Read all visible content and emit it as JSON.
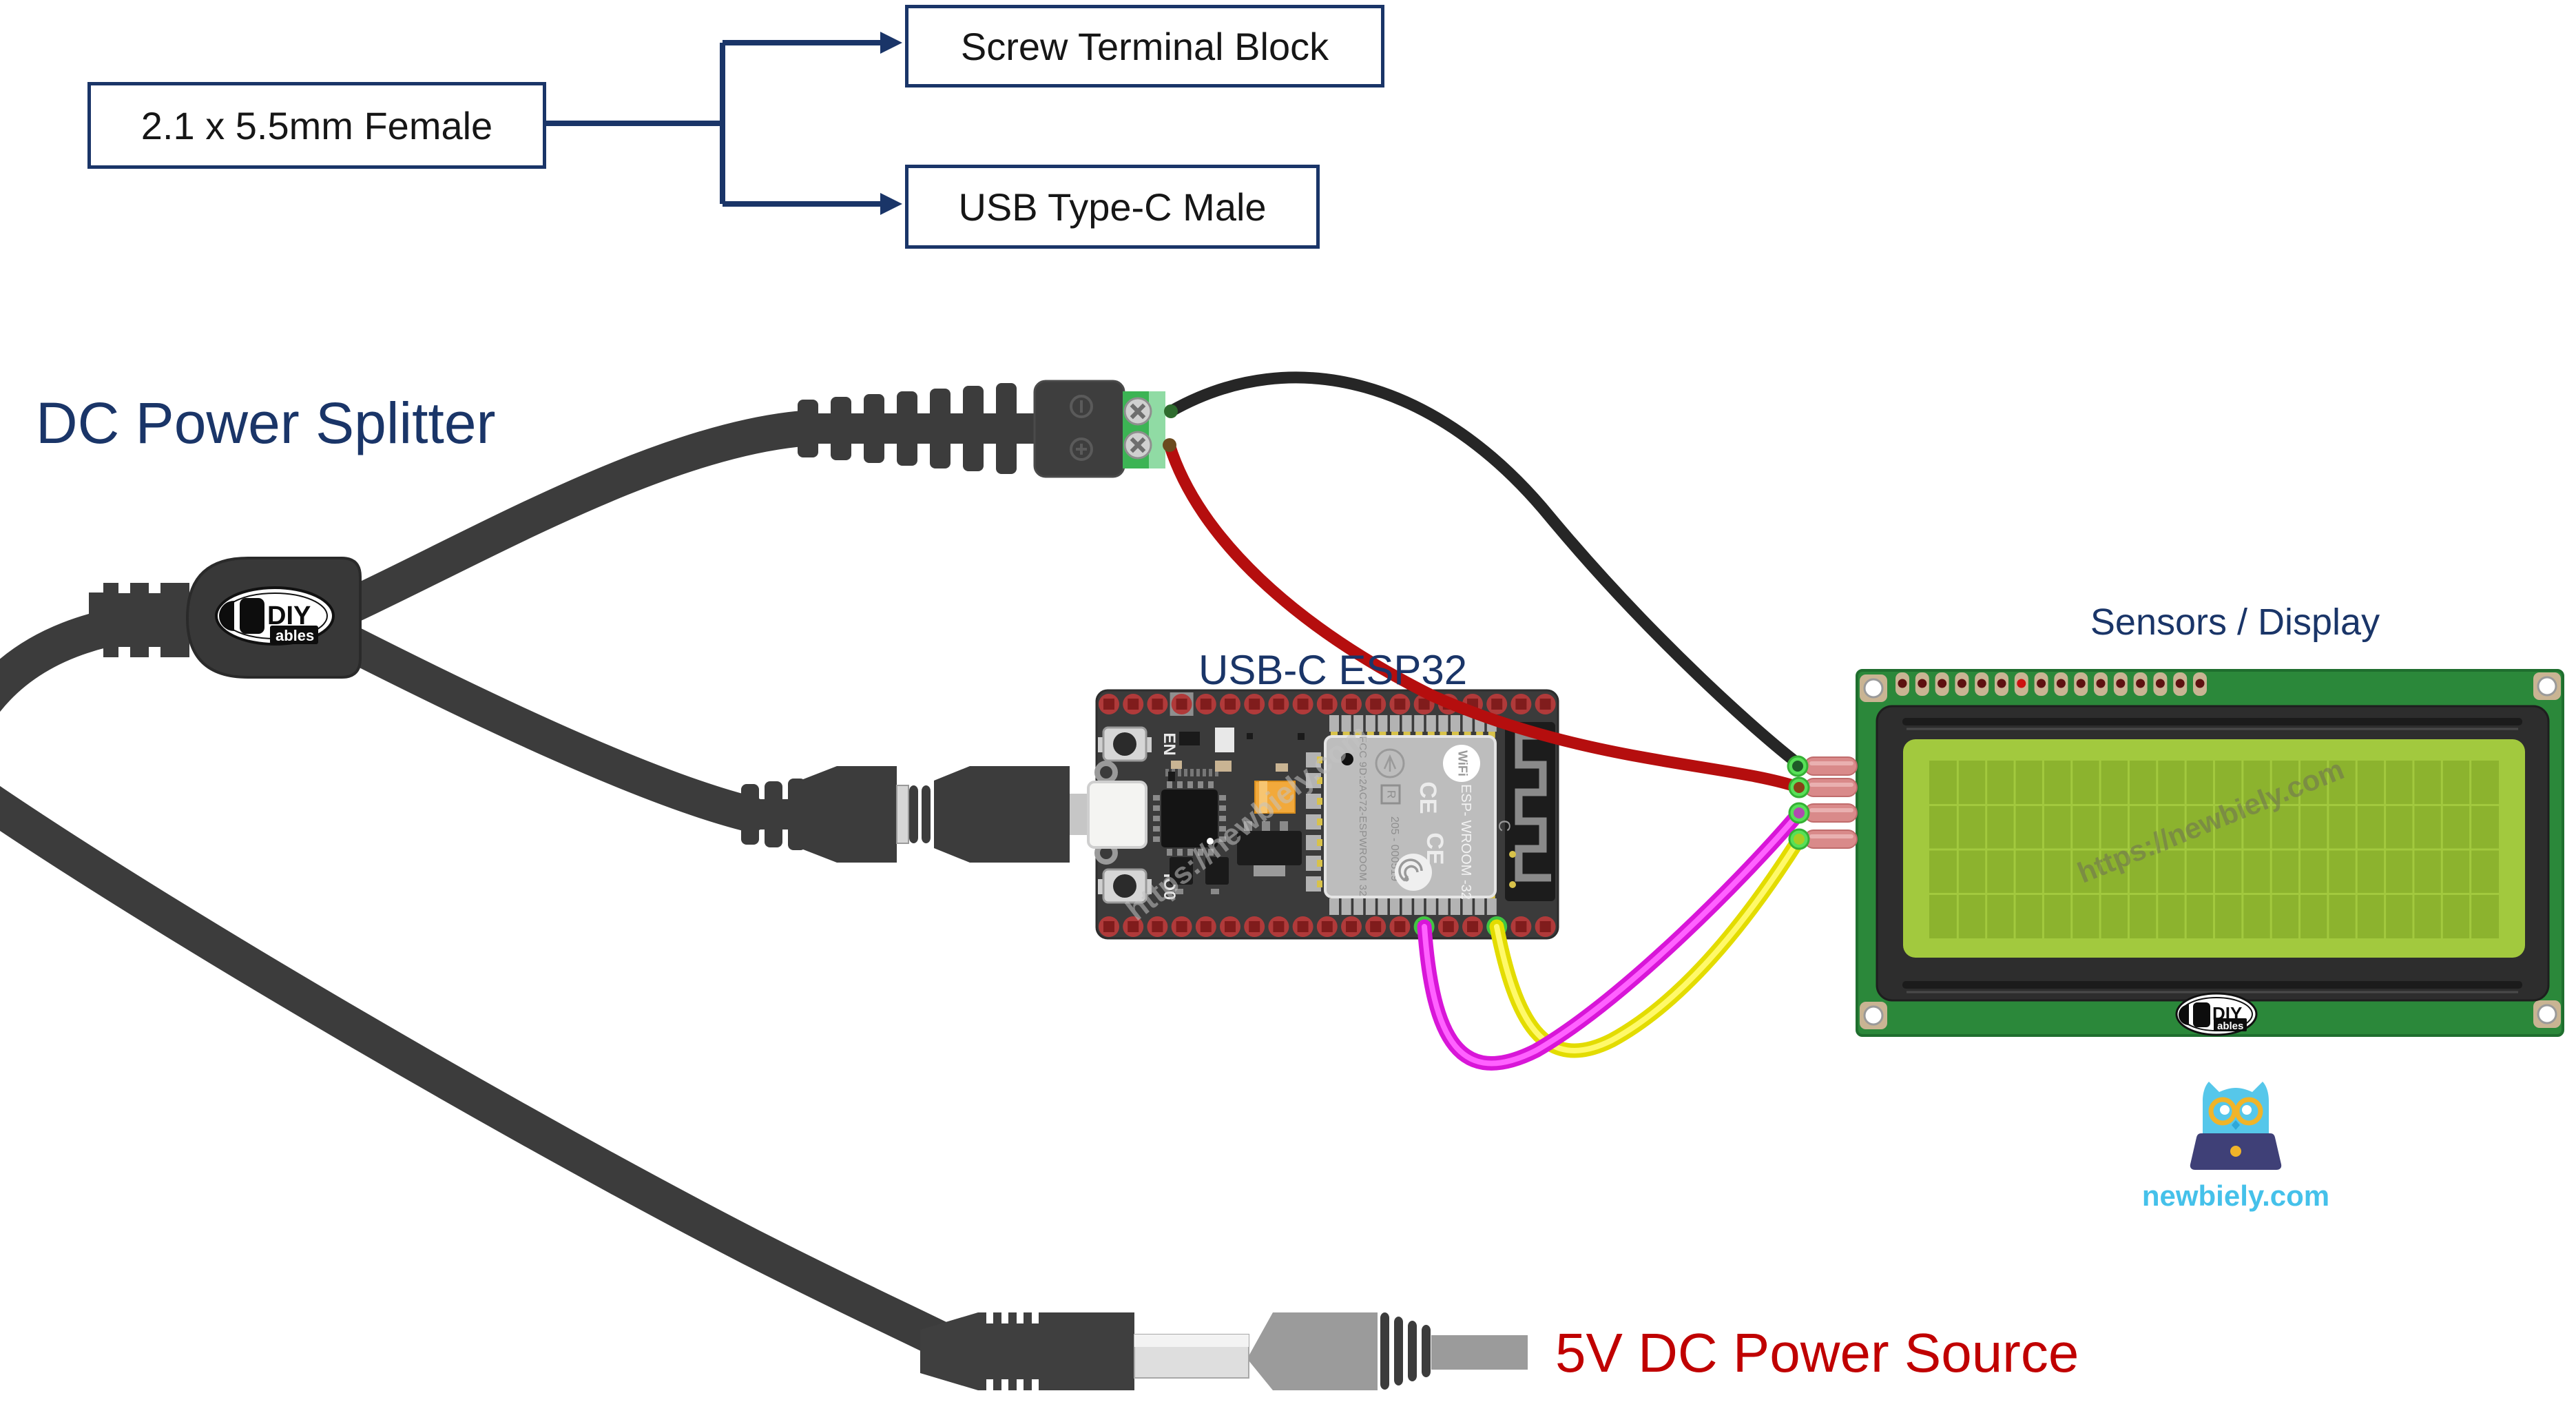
{
  "titles": {
    "dc_power_splitter": "DC Power Splitter",
    "usb_c_esp32": "USB-C ESP32",
    "sensors_display": "Sensors / Display",
    "power_source": "5V DC Power Source"
  },
  "flowchart": {
    "female_connector": "2.1 x 5.5mm Female",
    "screw_terminal": "Screw Terminal Block",
    "usb_type_c": "USB Type-C Male"
  },
  "watermark": "https://newbiely.com",
  "brand": {
    "diy": "DIY",
    "ables": "ables"
  },
  "site": "newbiely.com",
  "esp32": {
    "button_en": "EN",
    "button_boot": "IO0",
    "shield_fcc": "FCC 9D:2AC72-ESPWROOM 32",
    "shield_r": "R",
    "shield_id": "205 - 000519",
    "shield_ce1": "CE",
    "shield_ce2": "CE",
    "shield_wifi": "WiFi",
    "shield_model": "ESP- WROOM -32",
    "antenna_mark": "C",
    "pins_per_row": 19,
    "green_pin_indices": [
      13,
      16
    ],
    "gray_pin_index": 3
  },
  "lcd": {
    "pin_count": 16,
    "bright_hole_index": 6,
    "grid_cols": 20,
    "grid_rows": 4,
    "side_pin_count": 4
  },
  "colors": {
    "navy": "#1a3568",
    "label_red": "#c00000",
    "cable": "#3c3c3c",
    "cable_dark": "#2e2e2e",
    "terminal_green": "#3cb454",
    "terminal_green_light": "#90dba4",
    "screw_silver": "#d0d0d0",
    "wire_black": "#262626",
    "wire_red": "#b50e0e",
    "wire_magenta": "#d816d8",
    "wire_magenta_core": "#ff62ff",
    "wire_yellow": "#e3dc00",
    "wire_yellow_core": "#fff969",
    "tip_green": "#57e057",
    "tip_green_dark": "#35b035",
    "pcb_dark": "#3b3b3b",
    "pin_red": "#b03a3a",
    "pin_red_dark": "#801c1c",
    "pin_green": "#41c543",
    "pin_green_dark": "#1f8a1f",
    "pad_gray": "#b3b3b3",
    "gold": "#d8c24a",
    "shield_silver": "#bdbdbd",
    "lcd_green": "#2b883a",
    "lcd_green_dark": "#1f6e2e",
    "lcd_screen": "#a2c93e",
    "lcd_cell": "#8cb32e",
    "bezel": "#2d2d2d",
    "pad_tan": "#c9b493",
    "hole_dark": "#5d1111",
    "hole_bright": "#cc1111",
    "salmon": "#d98a8a",
    "salmon_dark": "#c06c6c",
    "salmon_light": "#e9b0b0",
    "plug_gray": "#9b9b9b",
    "silver": "#d6d6d6",
    "owl_blue": "#56c7ea",
    "owl_glasses": "#f0b429",
    "owl_laptop": "#3f4077",
    "link_cyan": "#45c1ea"
  }
}
